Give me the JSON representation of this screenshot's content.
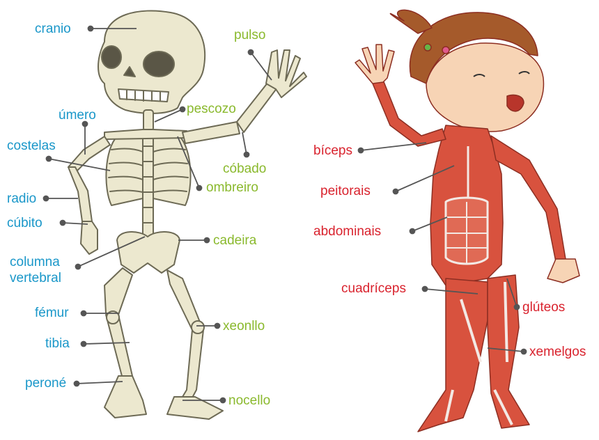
{
  "colors": {
    "blue": "#1a97c9",
    "green": "#8ab92d",
    "red": "#d9232e",
    "bone": "#ece8cf",
    "bone_outline": "#6d6a55",
    "muscle": "#d8523e",
    "tendon": "#f3e9e4",
    "skin": "#f7d4b5",
    "hair": "#a55a2b",
    "leader_line": "#555555"
  },
  "skeleton_labels": {
    "cranio": "cranio",
    "pulso": "pulso",
    "pescozo": "pescozo",
    "umero": "úmero",
    "costelas": "costelas",
    "cobado": "cóbado",
    "ombreiro": "ombreiro",
    "radio": "radio",
    "cubito": "cúbito",
    "cadeira": "cadeira",
    "columna_line1": "columna",
    "columna_line2": "vertebral",
    "femur": "fémur",
    "xeonllo": "xeonllo",
    "tibia": "tibia",
    "perone": "peroné",
    "nocello": "nocello"
  },
  "muscle_labels": {
    "biceps": "bíceps",
    "peitorais": "peitorais",
    "abdominais": "abdominais",
    "cuadriceps": "cuadríceps",
    "gluteos": "glúteos",
    "xemelgos": "xemelgos"
  }
}
